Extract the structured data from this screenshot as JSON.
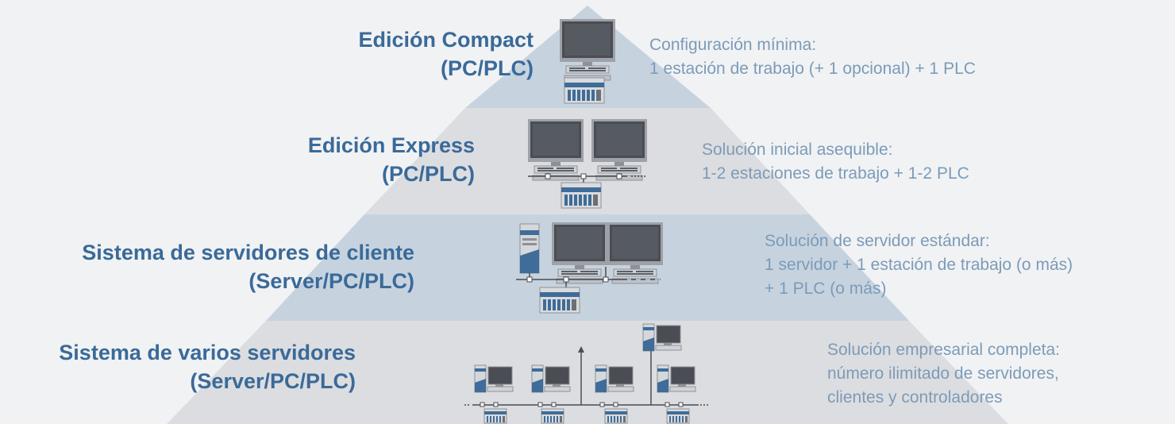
{
  "tiers": [
    {
      "id": "compact",
      "title_lines": [
        "Edición Compact",
        "(PC/PLC)"
      ],
      "desc_lines": [
        "Configuración mínima:",
        "1 estación de trabajo (+ 1 opcional) + 1 PLC"
      ]
    },
    {
      "id": "express",
      "title_lines": [
        "Edición Express",
        "(PC/PLC)"
      ],
      "desc_lines": [
        "Solución inicial asequible:",
        "1-2 estaciones de trabajo + 1-2 PLC"
      ]
    },
    {
      "id": "client-server",
      "title_lines": [
        "Sistema de servidores de cliente",
        "(Server/PC/PLC)"
      ],
      "desc_lines": [
        "Solución de servidor estándar:",
        "1 servidor + 1 estación de trabajo (o más)",
        "+ 1 PLC (o más)"
      ]
    },
    {
      "id": "multi-server",
      "title_lines": [
        "Sistema de varios servidores",
        "(Server/PC/PLC)"
      ],
      "desc_lines": [
        "Solución empresarial completa:",
        "número ilimitado de servidores,",
        "clientes y controladores"
      ]
    }
  ],
  "colors": {
    "background": "#f1f2f4",
    "band_blue": "#c6d3df",
    "band_grey": "#dcdde0",
    "title": "#3a6a99",
    "description": "#7b9bb9",
    "device_dark": "#4a4d53",
    "device_blue": "#3f6c98"
  }
}
